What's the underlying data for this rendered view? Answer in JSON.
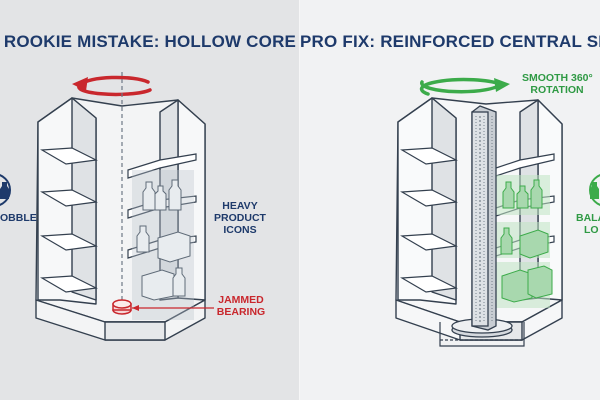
{
  "left": {
    "title": "ROOKIE MISTAKE: HOLLOW CORE",
    "wobble_label": "OBBLE",
    "heavy_label_1": "HEAVY",
    "heavy_label_2": "PRODUCT",
    "heavy_label_3": "ICONS",
    "jam_label_1": "JAMMED",
    "jam_label_2": "BEARING",
    "icons": [
      "rotation-arrow-icon",
      "wobble-icon",
      "jammed-bearing-icon"
    ]
  },
  "right": {
    "title": "PRO FIX: REINFORCED CENTRAL SPINE",
    "rotation_label_1": "SMOOTH 360°",
    "rotation_label_2": "ROTATION",
    "balanced_label_1": "BALA",
    "balanced_label_2": "LO",
    "icons": [
      "rotation-arrow-icon",
      "balanced-load-icon",
      "central-spine-icon"
    ]
  },
  "colors": {
    "navy": "#1e3a6b",
    "red": "#c9272d",
    "green": "#3cab4a",
    "outline": "#34404f"
  }
}
